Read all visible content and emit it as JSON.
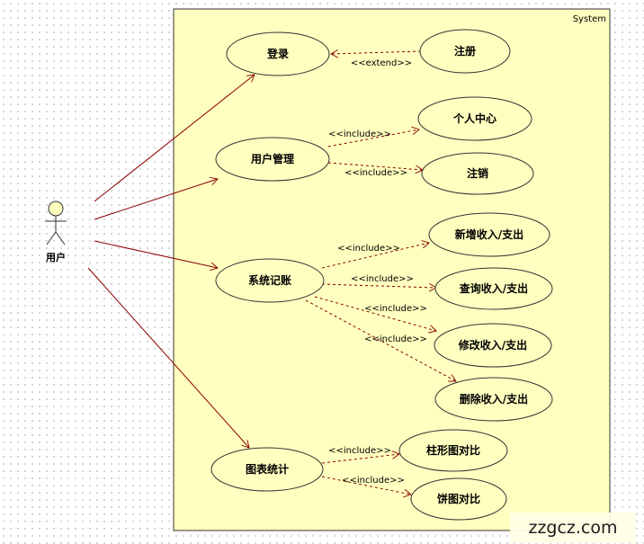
{
  "system": {
    "label": "System"
  },
  "actor": {
    "label": "用户"
  },
  "use_cases": {
    "login": "登录",
    "register": "注册",
    "user_mgmt": "用户管理",
    "profile": "个人中心",
    "logout": "注销",
    "accounting": "系统记账",
    "add": "新增收入/支出",
    "query": "查询收入/支出",
    "modify": "修改收入/支出",
    "delete": "删除收入/支出",
    "stats": "图表统计",
    "bar_chart": "柱形图对比",
    "pie_chart": "饼图对比"
  },
  "stereotypes": {
    "extend": "<<extend>>",
    "include": "<<include>>"
  },
  "colors": {
    "system_fill": "#ffffc0",
    "use_case_fill": "#ffffc0",
    "association": "#8b0000"
  },
  "watermark": {
    "text": "zzgcz.com"
  }
}
